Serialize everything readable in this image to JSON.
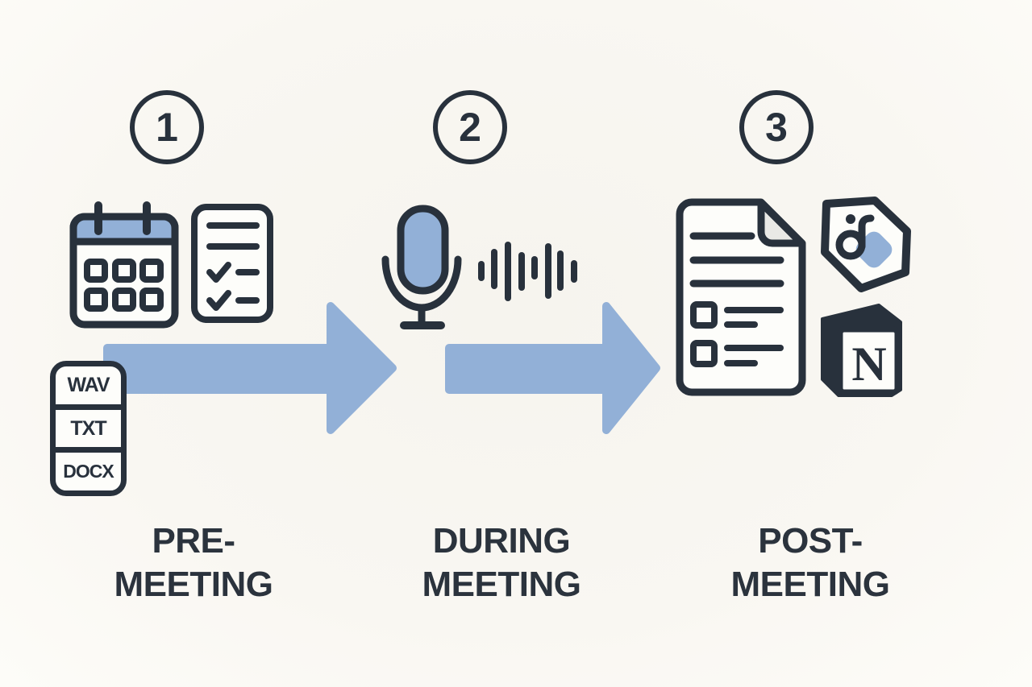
{
  "diagram": {
    "type": "workflow",
    "steps": [
      {
        "number": "1",
        "label_line1": "PRE-",
        "label_line2": "MEETING",
        "icons": [
          "calendar-icon",
          "checklist-icon",
          "file-format-stack"
        ],
        "file_formats": [
          "WAV",
          "TXT",
          "DOCX"
        ]
      },
      {
        "number": "2",
        "label_line1": "DURING",
        "label_line2": "MEETING",
        "icons": [
          "microphone-icon",
          "waveform-icon"
        ]
      },
      {
        "number": "3",
        "label_line1": "POST-",
        "label_line2": "MEETING",
        "icons": [
          "document-icon",
          "tag-icon",
          "notion-cube-icon"
        ],
        "tag_glyph": "d",
        "notion_glyph": "N"
      }
    ],
    "connectors": [
      "arrow-right",
      "arrow-right"
    ],
    "colors": {
      "accent_blue": "#92b0d7",
      "outline_dark": "#28313c",
      "background": "#f9f7f2",
      "icon_fill": "#fdfdfa",
      "fold_gray": "#e9e9e6",
      "label_text": "#2b333d"
    }
  }
}
